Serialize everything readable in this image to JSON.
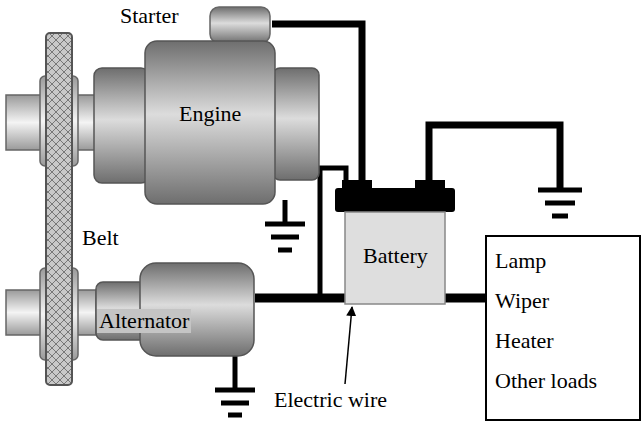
{
  "diagram": {
    "nodes": [
      {
        "text": [
          "Starter"
        ]
      },
      {
        "text": [
          "Engine"
        ]
      },
      {
        "text": [
          "Battery"
        ]
      },
      {
        "text": [
          "Alternator"
        ]
      },
      {
        "text": [
          "Lamp",
          "Wiper",
          "Heater",
          "Other loads"
        ]
      }
    ],
    "edges": [
      {
        "from": 0,
        "to": 2,
        "arrow": "none"
      },
      {
        "from": 3,
        "to": 2,
        "arrow": "none"
      },
      {
        "from": 3,
        "to": 4,
        "arrow": "none"
      }
    ],
    "labels": [
      "Belt",
      "Electric wire"
    ]
  }
}
